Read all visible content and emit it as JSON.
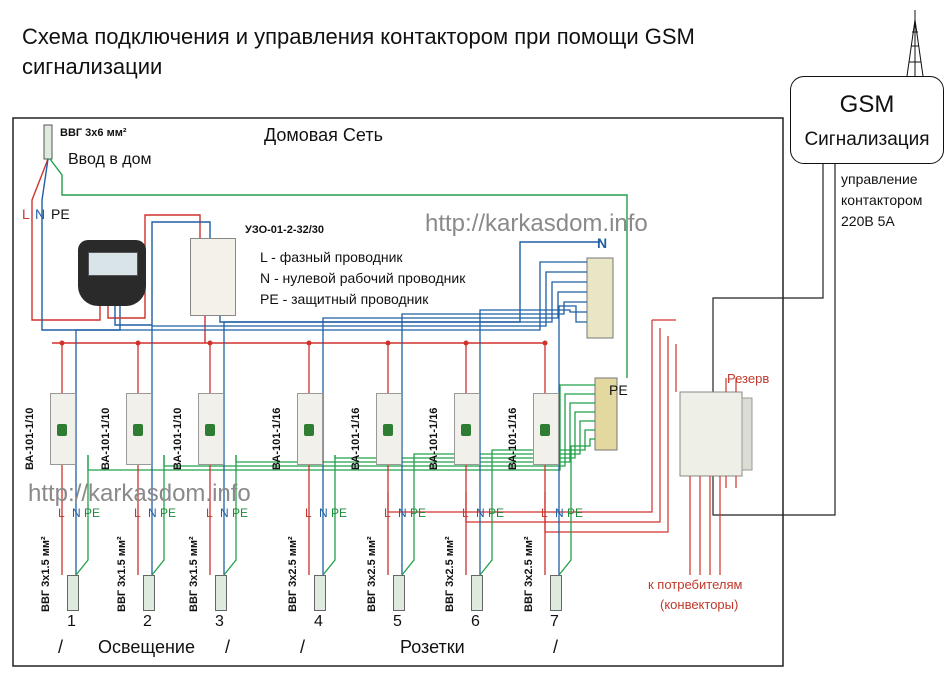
{
  "title": "Схема подключения и управления контактором при помощи GSM сигнализации",
  "network_label": "Домовая Сеть",
  "input": {
    "cable": "ВВГ 3х6 мм²",
    "label": "Ввод в дом"
  },
  "input_wires": {
    "l": "L",
    "n": "N",
    "pe": "PE"
  },
  "rcd_label": "УЗО-01-2-32/30",
  "legend": {
    "l": "L - фазный проводник",
    "n": "N - нулевой рабочий проводник",
    "pe": "PE - защитный проводник"
  },
  "bus_n": "N",
  "bus_pe": "PE",
  "watermark": "http://karkasdom.info",
  "gsm": {
    "line1": "GSM",
    "line2": "Сигнализация",
    "control": [
      "управление",
      "контактором",
      "220В 5А"
    ]
  },
  "reserve_label": "Резерв",
  "consumers": [
    "к потребителям",
    "(конвекторы)"
  ],
  "breakers": [
    "ВА-101-1/10",
    "ВА-101-1/10",
    "ВА-101-1/10",
    "ВА-101-1/16",
    "ВА-101-1/16",
    "ВА-101-1/16",
    "ВА-101-1/16"
  ],
  "cables": [
    "ВВГ 3х1.5 мм²",
    "ВВГ 3х1.5 мм²",
    "ВВГ 3х1.5 мм²",
    "ВВГ 3х2.5 мм²",
    "ВВГ 3х2.5 мм²",
    "ВВГ 3х2.5 мм²",
    "ВВГ 3х2.5 мм²"
  ],
  "group_numbers": [
    "1",
    "2",
    "3",
    "4",
    "5",
    "6",
    "7"
  ],
  "groups": {
    "lighting": "Освещение",
    "sockets": "Розетки",
    "slash": "/"
  },
  "colors": {
    "phase": "#d0312d",
    "neutral": "#1f5fa5",
    "pe": "#22a04b",
    "frame": "#222222"
  }
}
